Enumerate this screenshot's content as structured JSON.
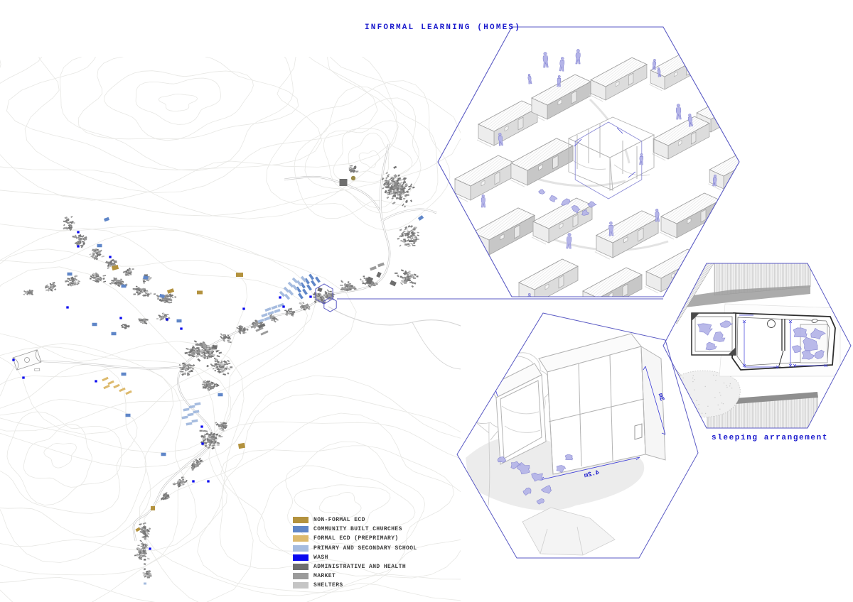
{
  "title": "INFORMAL LEARNING (HOMES)",
  "captions": {
    "sleeping_arrangement": "sleeping arrangement"
  },
  "axon_structure": {
    "dim_height": "3m",
    "dim_width": "4.2m"
  },
  "legend": {
    "items": [
      {
        "label": "NON-FORMAL ECD",
        "color": "#b3923e"
      },
      {
        "label": "COMMUNITY BUILT CHURCHES",
        "color": "#5f86c8"
      },
      {
        "label": "FORMAL ECD (PREPRIMARY)",
        "color": "#ddba6e"
      },
      {
        "label": "PRIMARY AND SECONDARY SCHOOL",
        "color": "#a6bcdf"
      },
      {
        "label": "WASH",
        "color": "#0808f0"
      },
      {
        "label": "ADMINISTRATIVE AND HEALTH",
        "color": "#6e6e6e"
      },
      {
        "label": "MARKET",
        "color": "#9b9b9b"
      },
      {
        "label": "SHELTERS",
        "color": "#c5c5c5"
      }
    ]
  },
  "colors": {
    "accent_blue": "#1a1acd",
    "hex_outline": "#5a5ac4",
    "dimension_blue": "#3c3cd8",
    "figure_fill": "#b4b4e8",
    "figure_stroke": "#7d7dce",
    "contour": "#e7e7e4",
    "road_casing": "#c2c2c2",
    "stream": "#d6d6d6",
    "building_dark": "#757575",
    "building_mid": "#8a8a8a",
    "building_light": "#c0c0c0",
    "wireframe": "#b3b3b3"
  }
}
